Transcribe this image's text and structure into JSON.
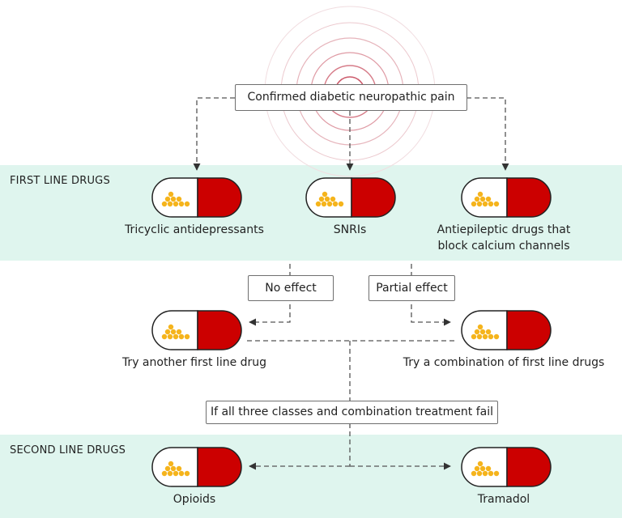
{
  "title": "Confirmed diabetic neuropathic pain",
  "sections": {
    "first_line": "FIRST LINE DRUGS",
    "second_line": "SECOND LINE DRUGS"
  },
  "first_line_drugs": {
    "tricyclic": "Tricyclic antidepressants",
    "snri": "SNRIs",
    "antiepileptic_line1": "Antiepileptic drugs that",
    "antiepileptic_line2": "block calcium channels"
  },
  "outcomes": {
    "no_effect": "No effect",
    "partial_effect": "Partial effect"
  },
  "next_steps": {
    "another": "Try another first line drug",
    "combination": "Try a combination of first line drugs"
  },
  "fail_condition": "If all three classes and combination treatment fail",
  "second_line_drugs": {
    "opioids": "Opioids",
    "tramadol": "Tramadol"
  },
  "colors": {
    "band": "#dff5ee",
    "capsule_red": "#cc0000",
    "capsule_outline": "#222222",
    "dots": "#f5b41c",
    "lines": "#555555",
    "ripple": "#e8a8b0"
  },
  "icons": [
    "capsule-icon",
    "ripple-target-icon"
  ]
}
